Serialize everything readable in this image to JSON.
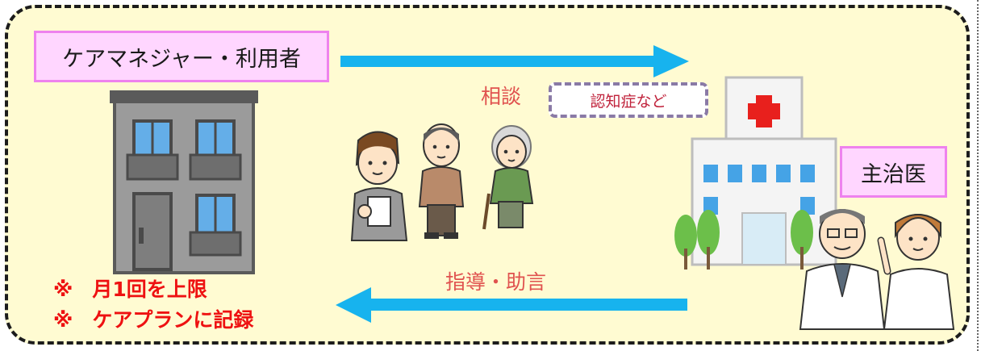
{
  "care_manager_box": {
    "label": "ケアマネジャー・利用者"
  },
  "doctor_box": {
    "label": "主治医"
  },
  "arrow_top": {
    "label": "相談",
    "tag": "認知症など"
  },
  "arrow_bottom": {
    "label": "指導・助言"
  },
  "notes": [
    {
      "mark": "※",
      "text": "月1回を上限"
    },
    {
      "mark": "※",
      "text": "ケアプランに記録"
    }
  ],
  "colors": {
    "background": "#fffbd2",
    "arrow": "#17b3ee",
    "label_box_fill": "#ffd6ff",
    "label_box_border": "#ee82ee",
    "note_text": "#ee1111",
    "arrow_label": "#e0524f"
  }
}
